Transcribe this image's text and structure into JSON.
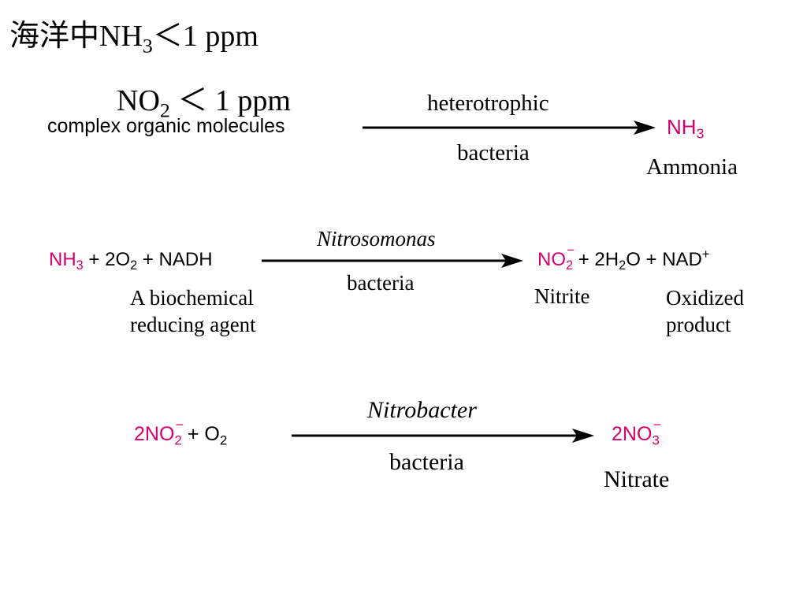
{
  "header": {
    "line1_prefix": "海洋中NH",
    "line1_sub": "3",
    "line1_suffix": "＜1 ppm",
    "line2_prefix": "NO",
    "line2_sub": "2",
    "line2_suffix": " ＜ 1 ppm"
  },
  "reaction1": {
    "reactant": "complex organic molecules",
    "arrow_top": "heterotrophic",
    "arrow_bottom": "bacteria",
    "product_formula_base": "NH",
    "product_formula_sub": "3",
    "product_name": "Ammonia"
  },
  "reaction2": {
    "r_nh": "NH",
    "r_nh_sub": "3",
    "r_mid": " + 2O",
    "r_o_sub": "2",
    "r_end": " + NADH",
    "reactant_caption_1": "A biochemical",
    "reactant_caption_2": "reducing agent",
    "arrow_top": "Nitrosomonas",
    "arrow_bottom": "bacteria",
    "p_no": "NO",
    "p_no_sub": "2",
    "p_no_charge": "−",
    "p_water": " + 2H",
    "p_water_sub": "2",
    "p_water_end": "O",
    "p_nad": " + NAD",
    "p_nad_sup": "+",
    "product_caption_nitrite": "Nitrite",
    "product_caption_oxidized_1": "Oxidized",
    "product_caption_oxidized_2": "product"
  },
  "reaction3": {
    "r_coef": "2NO",
    "r_no_sub": "2",
    "r_charge": "−",
    "r_o": " + O",
    "r_o_sub": "2",
    "arrow_top": "Nitrobacter",
    "arrow_bottom": "bacteria",
    "p_coef": "2NO",
    "p_sub": "3",
    "p_charge": "−",
    "product_name": "Nitrate"
  },
  "colors": {
    "formula": "#d6006c",
    "text": "#000000"
  }
}
